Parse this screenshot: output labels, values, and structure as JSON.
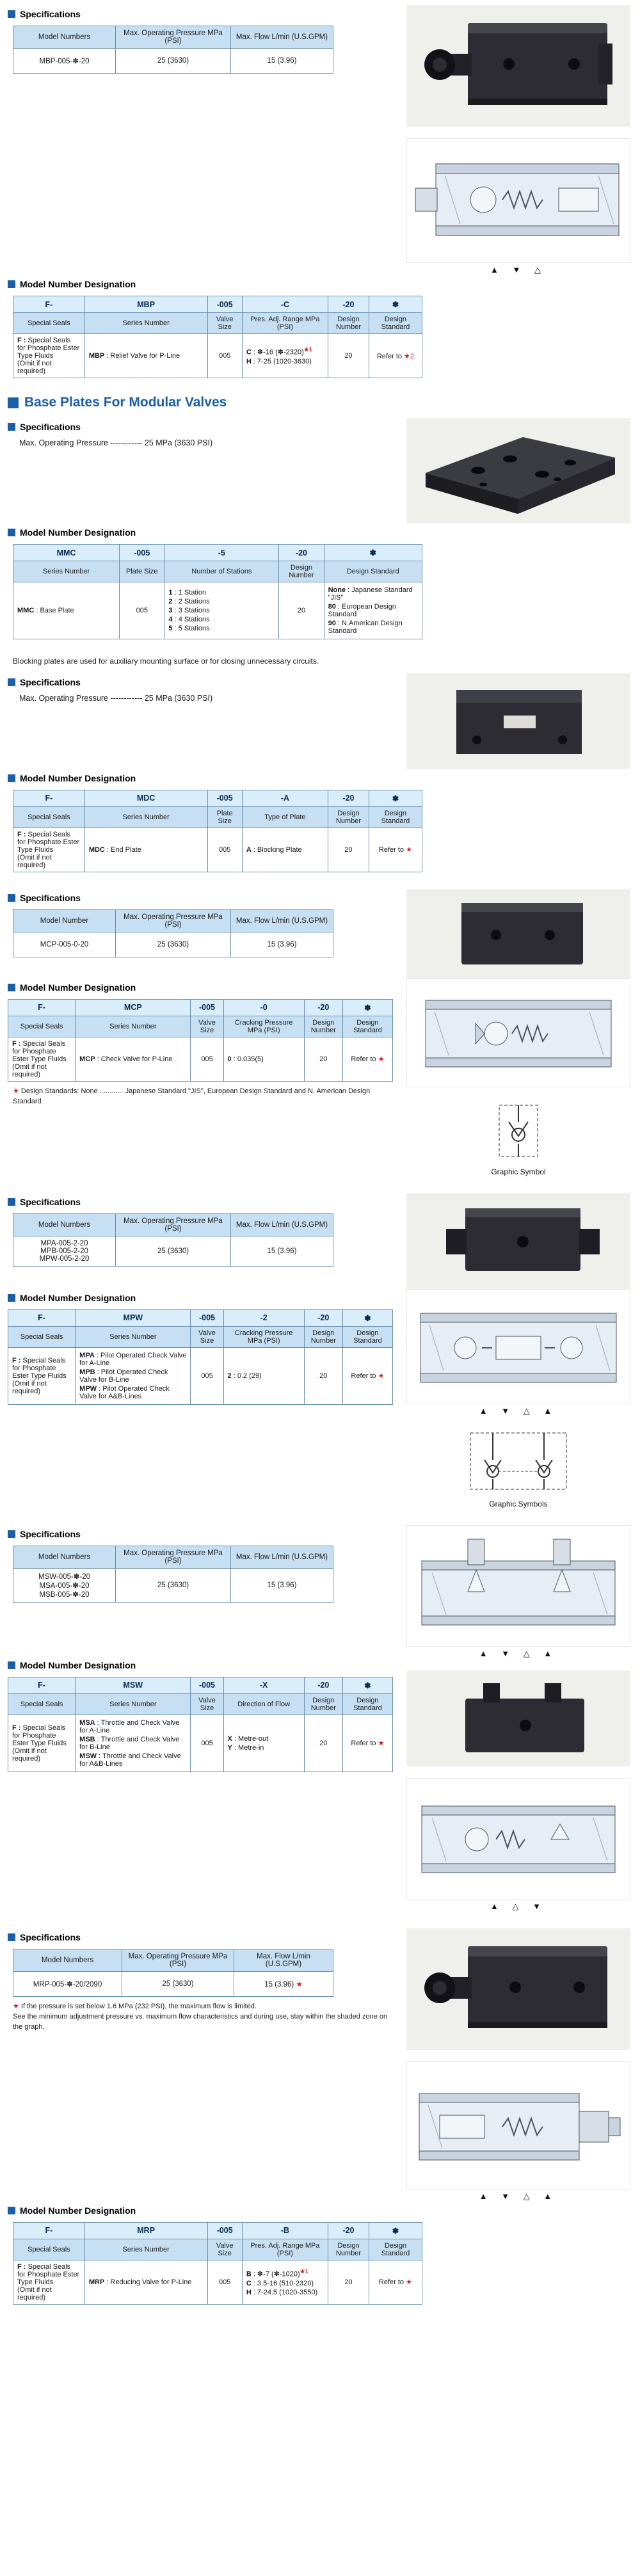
{
  "colors": {
    "accent_blue": "#1a5da8",
    "table_header_bg": "#c6dff2",
    "code_row_bg": "#d9edfb",
    "marker_red": "#cc2020"
  },
  "labels": {
    "specifications": "Specifications",
    "designation": "Model Number Designation",
    "base_plates_heading": "Base Plates For Modular Valves",
    "max_pressure_line": "Max. Operating Pressure ------------ 25 MPa (3630 PSI)",
    "blocking_text": "Blocking plates are used for auxiliary mounting surface or for closing unnecessary circuits.",
    "graphic_symbol": "Graphic Symbol",
    "graphic_symbols": "Graphic Symbols"
  },
  "common": {
    "model_numbers": "Model Numbers",
    "model_number": "Model Number",
    "max_pressure_header": "Max. Operating Pressure MPa (PSI)",
    "max_flow_header": "Max. Flow L/min (U.S.GPM)",
    "special_seals_header": "Special Seals",
    "series_number_header": "Series Number",
    "valve_size_header": "Valve Size",
    "plate_size_header": "Plate Size",
    "design_number_header": "Design Number",
    "design_standard_header": "Design Standard",
    "pres_adj_header": "Pres. Adj. Range MPa (PSI)",
    "cracking_header": "Cracking Pressure MPa (PSI)",
    "direction_header": "Direction of Flow",
    "stations_header": "Number of Stations",
    "type_of_plate_header": "Type of Plate",
    "pressure_value": "25 (3630)",
    "flow_value": "15 (3.96)",
    "size_005": "005",
    "design_20": "20",
    "refer": {
      "t": "Refer to ",
      "m": "★"
    },
    "refer2": {
      "t": "Refer to ",
      "m": "★2"
    },
    "seals": {
      "c": "F :",
      "t": "Special Seals for Phosphate Ester Type Fluids",
      "n": "(Omit if not required)"
    }
  },
  "arrows": {
    "mbp": "▲ ▼ △",
    "mpw": "▲ ▼ △ ▲",
    "msw_top": "▲ ▼ △ ▲",
    "msw_bottom": "▲ △ ▼",
    "mrp": "▲ ▼ △ ▲"
  },
  "mbp": {
    "spec_model": "MBP-005-✽-20",
    "codes": [
      "F-",
      "MBP",
      "-005",
      "-C",
      "-20",
      "✽"
    ],
    "series": [
      {
        "c": "MBP",
        "t": " : Relief Valve for P-Line"
      }
    ],
    "options": [
      {
        "c": "C",
        "t": " : ✽-16 (✽-2320)",
        "m": "★1"
      },
      {
        "c": "H",
        "t": " : 7-25 (1020-3630)"
      }
    ]
  },
  "mmc": {
    "codes": [
      "MMC",
      "-005",
      "-5",
      "-20",
      "✽"
    ],
    "series": [
      {
        "c": "MMC",
        "t": " : Base Plate"
      }
    ],
    "stations": [
      {
        "c": "1",
        "t": " : 1 Station"
      },
      {
        "c": "2",
        "t": " : 2 Stations"
      },
      {
        "c": "3",
        "t": " : 3 Stations"
      },
      {
        "c": "4",
        "t": " : 4 Stations"
      },
      {
        "c": "5",
        "t": " : 5 Stations"
      }
    ],
    "standards": [
      {
        "c": "None",
        "t": " : Japanese Standard \"JIS\""
      },
      {
        "c": "80",
        "t": " : European Design Standard"
      },
      {
        "c": "90",
        "t": " : N.American Design Standard"
      }
    ]
  },
  "mdc": {
    "codes": [
      "F-",
      "MDC",
      "-005",
      "-A",
      "-20",
      "✽"
    ],
    "series": [
      {
        "c": "MDC",
        "t": " : End Plate"
      }
    ],
    "types": [
      {
        "c": "A",
        "t": " : Blocking Plate"
      }
    ]
  },
  "mcp": {
    "spec_model": "MCP-005-0-20",
    "codes": [
      "F-",
      "MCP",
      "-005",
      "-0",
      "-20",
      "✽"
    ],
    "series": [
      {
        "c": "MCP",
        "t": " : Check Valve for P-Line"
      }
    ],
    "options": [
      {
        "c": "0",
        "t": " : 0.035(5)"
      }
    ],
    "note": {
      "m": "★",
      "t": " Design Standards: None ............ Japanese Standard \"JIS\", European Design Standard and N. American Design Standard"
    }
  },
  "mpw": {
    "spec_models": [
      "MPA-005-2-20",
      "MPB-005-2-20",
      "MPW-005-2-20"
    ],
    "codes": [
      "F-",
      "MPW",
      "-005",
      "-2",
      "-20",
      "✽"
    ],
    "series": [
      {
        "c": "MPA",
        "t": " : Pilot Operated Check Valve for A-Line"
      },
      {
        "c": "MPB",
        "t": " : Pilot Operated Check Valve for B-Line"
      },
      {
        "c": "MPW",
        "t": " : Pilot Operated Check Valve for A&B-Lines"
      }
    ],
    "options": [
      {
        "c": "2",
        "t": " : 0.2 (29)"
      }
    ]
  },
  "msw": {
    "spec_models": [
      "MSW-005-✽-20",
      "MSA-005-✽-20",
      "MSB-005-✽-20"
    ],
    "codes": [
      "F-",
      "MSW",
      "-005",
      "-X",
      "-20",
      "✽"
    ],
    "series": [
      {
        "c": "MSA",
        "t": " : Throttle and Check Valve for A-Line"
      },
      {
        "c": "MSB",
        "t": " : Throttle and Check Valve for B-Line"
      },
      {
        "c": "MSW",
        "t": " : Throttle and Check Valve for A&B-Lines"
      }
    ],
    "options": [
      {
        "c": "X",
        "t": " : Metre-out"
      },
      {
        "c": "Y",
        "t": " : Metre-in"
      }
    ]
  },
  "mrp": {
    "spec_model": "MRP-005-✽-20/2090",
    "flow_mark": "★",
    "codes": [
      "F-",
      "MRP",
      "-005",
      "-B",
      "-20",
      "✽"
    ],
    "series": [
      {
        "c": "MRP",
        "t": " : Reducing Valve for P-Line"
      }
    ],
    "options": [
      {
        "c": "B",
        "t": " : ✽-7 (✽-1020)",
        "m": "★1"
      },
      {
        "c": "C",
        "t": " : 3.5-16 (510-2320)"
      },
      {
        "c": "H",
        "t": " : 7-24.5 (1020-3550)"
      }
    ],
    "notes": [
      {
        "m": "★",
        "t": " If the pressure is set below 1.6 MPa (232 PSI), the maximum flow is limited."
      },
      {
        "t": "See the minimum adjustment pressure vs. maximum flow characteristics and during use, stay within the shaded zone on the graph."
      }
    ]
  }
}
